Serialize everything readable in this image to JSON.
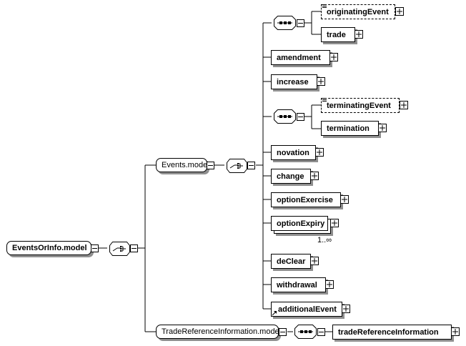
{
  "diagram": {
    "root": {
      "label": "EventsOrInfo.model"
    },
    "groups": {
      "events": {
        "label": "Events.model"
      },
      "trade_ref_info": {
        "label": "TradeReferenceInformation.model"
      }
    },
    "elements": {
      "originating_event": {
        "label": "originatingEvent"
      },
      "trade": {
        "label": "trade"
      },
      "amendment": {
        "label": "amendment"
      },
      "increase": {
        "label": "increase"
      },
      "terminating_event": {
        "label": "terminatingEvent"
      },
      "termination": {
        "label": "termination"
      },
      "novation": {
        "label": "novation"
      },
      "change": {
        "label": "change"
      },
      "option_exercise": {
        "label": "optionExercise"
      },
      "option_expiry": {
        "label": "optionExpiry"
      },
      "de_clear": {
        "label": "deClear"
      },
      "withdrawal": {
        "label": "withdrawal"
      },
      "additional_event": {
        "label": "additionalEvent"
      },
      "trade_reference_information": {
        "label": "tradeReferenceInformation"
      }
    },
    "option_expiry_cardinality": "1..∞"
  }
}
